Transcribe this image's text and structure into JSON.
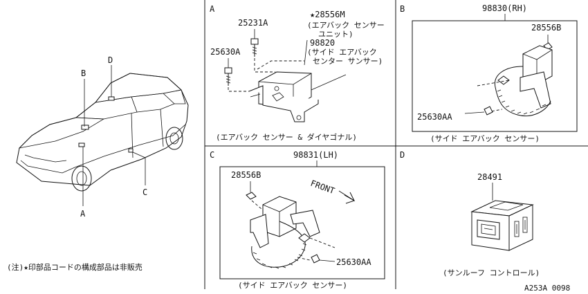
{
  "note": "(注)★印部品コードの構成部品は非販売",
  "ref_code": "A253A 0098",
  "car": {
    "labels": [
      "A",
      "B",
      "C",
      "D"
    ]
  },
  "panel_a": {
    "letter": "A",
    "part_bolt_a": "25231A",
    "part_bolt_b": "25630A",
    "part_unit": "★28556M",
    "unit_desc_1": "(エアバック センサー",
    "unit_desc_2": "ユニット)",
    "part_diag": "98820",
    "diag_desc_1": "(サイド エアバック",
    "diag_desc_2": "センター サンサー)",
    "caption": "(エアバック センサー & ダイヤゴナル)"
  },
  "panel_b": {
    "letter": "B",
    "part_sensor": "98830(RH)",
    "part_nut": "28556B",
    "part_bolt": "25630AA",
    "caption": "(サイド エアバック センサー)"
  },
  "panel_c": {
    "letter": "C",
    "part_sensor": "98831(LH)",
    "part_nut": "28556B",
    "front": "FRONT",
    "part_bolt": "25630AA",
    "caption": "(サイド エアバック センサー)"
  },
  "panel_d": {
    "letter": "D",
    "part_ctrl": "28491",
    "caption": "(サンルーフ コントロール)"
  }
}
